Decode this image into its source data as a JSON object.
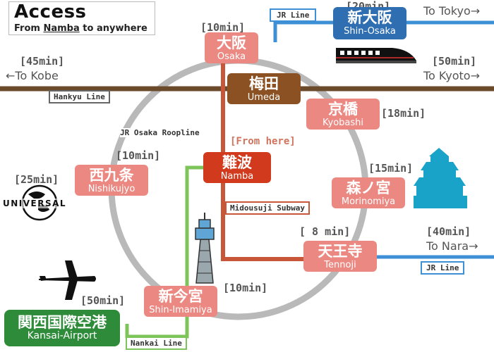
{
  "header": {
    "title": "Access",
    "subtitle_prefix": "From ",
    "subtitle_underlined": "Namba",
    "subtitle_suffix": " to anywhere"
  },
  "times": {
    "osaka": "[10min]",
    "shin_osaka": "[20min]",
    "kobe": "[45min]",
    "kyoto": "[50min]",
    "kyobashi": "[18min]",
    "nishikujyo": "[10min]",
    "universal": "[25min]",
    "morinomiya": "[15min]",
    "tennoji": "[ 8 min]",
    "nara": "[40min]",
    "kansai_airport": "[50min]",
    "shin_imamiya": "[10min]"
  },
  "directions": {
    "tokyo": "To Tokyo→",
    "kobe": "←To Kobe",
    "kyoto": "To Kyoto→",
    "nara": "To Nara→"
  },
  "from_here": "[From here]",
  "lines": {
    "jr_line_top": "JR Line",
    "hankyu": "Hankyu Line",
    "jr_osaka_roopline": "JR Osaka Roopline",
    "midousuji": "Midousuji Subway",
    "jr_line_bottom": "JR Line",
    "nankai": "Nankai Line"
  },
  "stations": {
    "shin_osaka": {
      "jp": "新大阪",
      "en": "Shin-Osaka"
    },
    "osaka": {
      "jp": "大阪",
      "en": "Osaka"
    },
    "umeda": {
      "jp": "梅田",
      "en": "Umeda"
    },
    "kyobashi": {
      "jp": "京橋",
      "en": "Kyobashi"
    },
    "namba": {
      "jp": "難波",
      "en": "Namba"
    },
    "nishikujyo": {
      "jp": "西九条",
      "en": "Nishikujyo"
    },
    "morinomiya": {
      "jp": "森ノ宮",
      "en": "Morinomiya"
    },
    "tennoji": {
      "jp": "天王寺",
      "en": "Tennoji"
    },
    "shin_imamiya": {
      "jp": "新今宮",
      "en": "Shin-Imamiya"
    },
    "kansai_airport": {
      "jp": "関西国際空港",
      "en": "Kansai-Airport"
    }
  },
  "logos": {
    "universal": "UNIVERSAL"
  },
  "colors": {
    "loop": "#b9b9b9",
    "jr_blue": "#3d8fd6",
    "hankyu_brown": "#6b4a2b",
    "subway_red": "#c8573a",
    "nankai_green": "#7dc55a",
    "station_pink": "#ec8882",
    "namba_red": "#d23a1e",
    "umeda_brown": "#8b5123",
    "shin_osaka_blue": "#2f6fb1",
    "airport_green": "#2e8b3a"
  }
}
